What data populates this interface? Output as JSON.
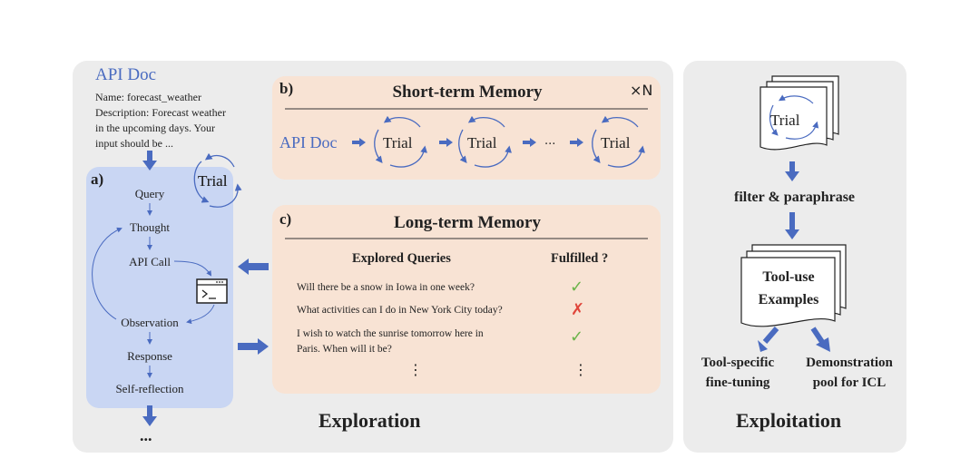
{
  "api_doc": {
    "title": "API Doc",
    "name_line": "Name: forecast_weather",
    "description_lines": [
      "Description: Forecast weather",
      "in the upcoming days. Your",
      "input should be ..."
    ]
  },
  "panel_a": {
    "label": "a)",
    "trial": "Trial",
    "steps": [
      "Query",
      "Thought",
      "API Call",
      "Observation",
      "Response",
      "Self-reflection"
    ],
    "more": "..."
  },
  "panel_b": {
    "label": "b)",
    "title": "Short-term Memory",
    "repeat": "×N",
    "api_doc": "API Doc",
    "trial": "Trial",
    "ellipsis": "···"
  },
  "panel_c": {
    "label": "c)",
    "title": "Long-term Memory",
    "col_queries": "Explored Queries",
    "col_fulfilled": "Fulfilled ?",
    "rows": [
      {
        "query": "Will there be a snow in Iowa in one week?",
        "fulfilled": "✓"
      },
      {
        "query": "What activities can I do in New York City today?",
        "fulfilled": "✗"
      },
      {
        "query": "I wish to watch the sunrise tomorrow here in Paris. When will it be?",
        "query_lines": [
          "I wish to watch the sunrise tomorrow here in",
          "Paris. When will it be?"
        ],
        "fulfilled": "✓"
      }
    ],
    "more": "⋮"
  },
  "exploration_label": "Exploration",
  "exploitation": {
    "trial": "Trial",
    "filter": "filter & paraphrase",
    "examples": [
      "Tool-use",
      "Examples"
    ],
    "finetune": [
      "Tool-specific",
      "fine-tuning"
    ],
    "demo": [
      "Demonstration",
      "pool for ICL"
    ],
    "label": "Exploitation"
  },
  "colors": {
    "accent": "#4a6bc0",
    "check": "#6bb34a",
    "cross": "#e0453a",
    "peach": "#f8e3d4",
    "blue": "#c9d6f3"
  }
}
